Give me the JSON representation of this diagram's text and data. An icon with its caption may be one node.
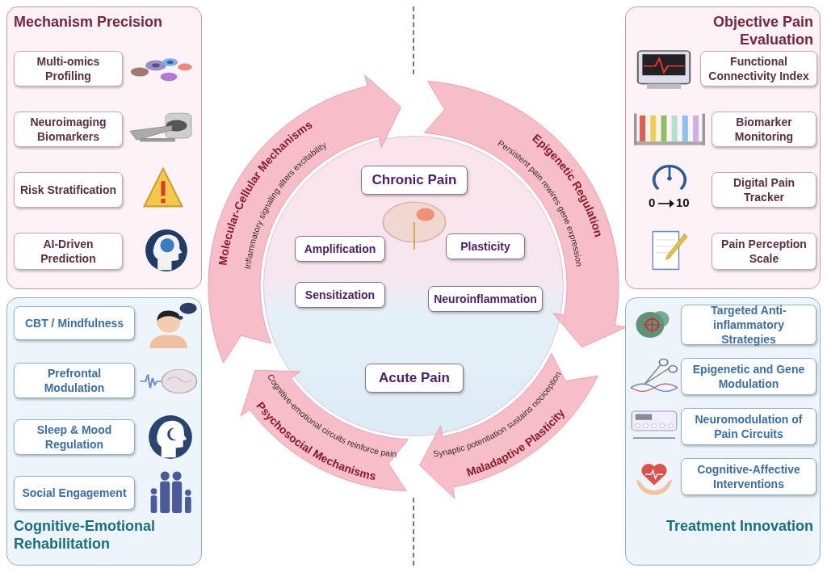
{
  "diagram": {
    "nodes": [
      {
        "text": [
          "Mechanism Precision"
        ]
      },
      {
        "text": [
          "Multi-omics Profiling"
        ],
        "in": 0
      },
      {
        "text": [
          "Neuroimaging Biomarkers"
        ],
        "in": 0
      },
      {
        "text": [
          "Risk Stratification"
        ],
        "in": 0
      },
      {
        "text": [
          "AI-Driven Prediction"
        ],
        "in": 0
      },
      {
        "text": [
          "Objective Pain Evaluation"
        ]
      },
      {
        "text": [
          "Functional Connectivity Index"
        ],
        "in": 5
      },
      {
        "text": [
          "Biomarker Monitoring"
        ],
        "in": 5
      },
      {
        "text": [
          "Digital Pain Tracker"
        ],
        "in": 5
      },
      {
        "text": [
          "Pain Perception Scale"
        ],
        "in": 5
      },
      {
        "text": [
          "Cognitive-Emotional Rehabilitation"
        ]
      },
      {
        "text": [
          "CBT / Mindfulness"
        ],
        "in": 10
      },
      {
        "text": [
          "Prefrontal Modulation"
        ],
        "in": 10
      },
      {
        "text": [
          "Sleep & Mood Regulation"
        ],
        "in": 10
      },
      {
        "text": [
          "Social Engagement"
        ],
        "in": 10
      },
      {
        "text": [
          "Treatment Innovation"
        ]
      },
      {
        "text": [
          "Targeted Anti-inflammatory Strategies"
        ],
        "in": 15
      },
      {
        "text": [
          "Epigenetic and Gene Modulation"
        ],
        "in": 15
      },
      {
        "text": [
          "Neuromodulation of Pain Circuits"
        ],
        "in": 15
      },
      {
        "text": [
          "Cognitive-Affective Interventions"
        ],
        "in": 15
      },
      {
        "text": [
          "Chronic Pain"
        ]
      },
      {
        "text": [
          "Amplification"
        ]
      },
      {
        "text": [
          "Plasticity"
        ]
      },
      {
        "text": [
          "Sensitization"
        ]
      },
      {
        "text": [
          "Neuroinflammation"
        ]
      },
      {
        "text": [
          "Acute Pain"
        ]
      },
      {
        "text": [
          "Molecular-Cellular Mechanisms",
          "Inflammatory signaling alters excitability"
        ]
      },
      {
        "text": [
          "Epigenetic Regulation",
          "Persistent pain rewires gene expression"
        ]
      },
      {
        "text": [
          "Maladaptive Plasticity",
          "Synaptic potentiation sustains nociception"
        ]
      },
      {
        "text": [
          "Psychosocial Mechanisms",
          "Cognitive-emotional circuits reinforce pain"
        ]
      }
    ],
    "labels": [
      "0",
      "10"
    ]
  }
}
